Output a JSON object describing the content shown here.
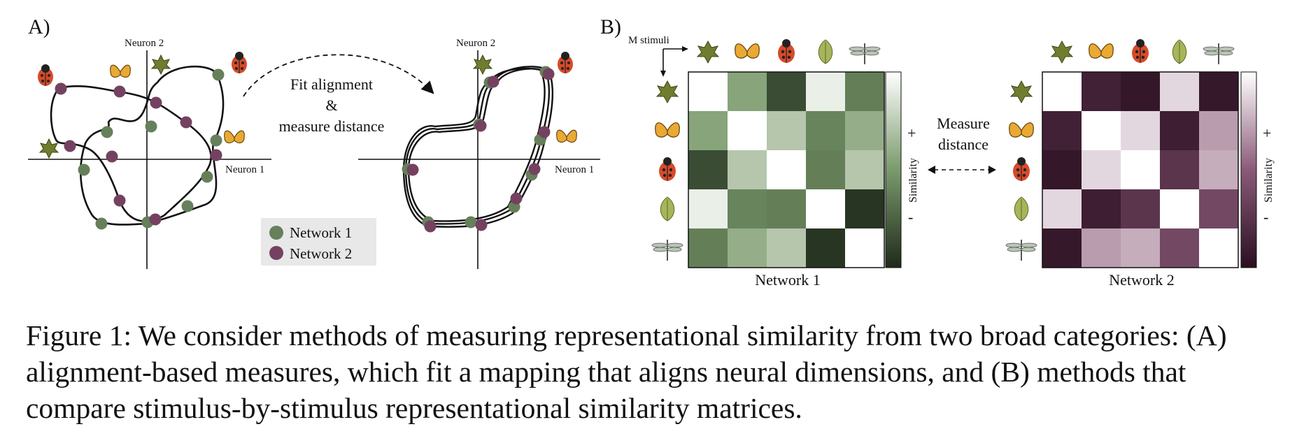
{
  "panel_a": {
    "label": "A)",
    "axis_y_label": "Neuron 2",
    "axis_x_label": "Neuron 1",
    "aligned_axis_y_label": "Neuron 2",
    "aligned_axis_x_label": "Neuron 1",
    "arrow_text": [
      "Fit alignment",
      "&",
      "measure distance"
    ],
    "legend": [
      {
        "label": "Network 1",
        "color": "#65805a"
      },
      {
        "label": "Network 2",
        "color": "#744260"
      }
    ]
  },
  "panel_b": {
    "label": "B)",
    "stimuli_label": "M stimuli",
    "stimuli": [
      "leaf-maple-icon",
      "butterfly-icon",
      "ladybug-icon",
      "leaf-icon",
      "dragonfly-icon"
    ],
    "measure_text": [
      "Measure",
      "distance"
    ],
    "colorbar_label": "Similarity",
    "colorbar_plus": "+",
    "colorbar_minus": "-",
    "network1_title": "Network 1",
    "network2_title": "Network 2",
    "network1_matrix": [
      [
        1.0,
        0.55,
        0.15,
        0.92,
        0.38
      ],
      [
        0.55,
        1.0,
        0.72,
        0.4,
        0.6
      ],
      [
        0.15,
        0.72,
        1.0,
        0.38,
        0.72
      ],
      [
        0.92,
        0.4,
        0.38,
        1.0,
        0.05
      ],
      [
        0.38,
        0.6,
        0.72,
        0.05,
        1.0
      ]
    ],
    "network2_matrix": [
      [
        1.0,
        0.12,
        0.05,
        0.88,
        0.06
      ],
      [
        0.12,
        1.0,
        0.88,
        0.1,
        0.7
      ],
      [
        0.05,
        0.88,
        1.0,
        0.25,
        0.75
      ],
      [
        0.88,
        0.1,
        0.25,
        1.0,
        0.38
      ],
      [
        0.06,
        0.7,
        0.75,
        0.38,
        1.0
      ]
    ],
    "network1_colors": {
      "low": "#1f2a1a",
      "high": "#ffffff"
    },
    "network2_colors": {
      "low": "#2a0f20",
      "high": "#ffffff"
    }
  },
  "caption": "Figure 1: We consider methods of measuring representational similarity from two broad categories: (A) alignment-based measures, which fit a mapping that aligns neural dimensions, and (B) methods that compare stimulus-by-stimulus representational similarity matrices."
}
